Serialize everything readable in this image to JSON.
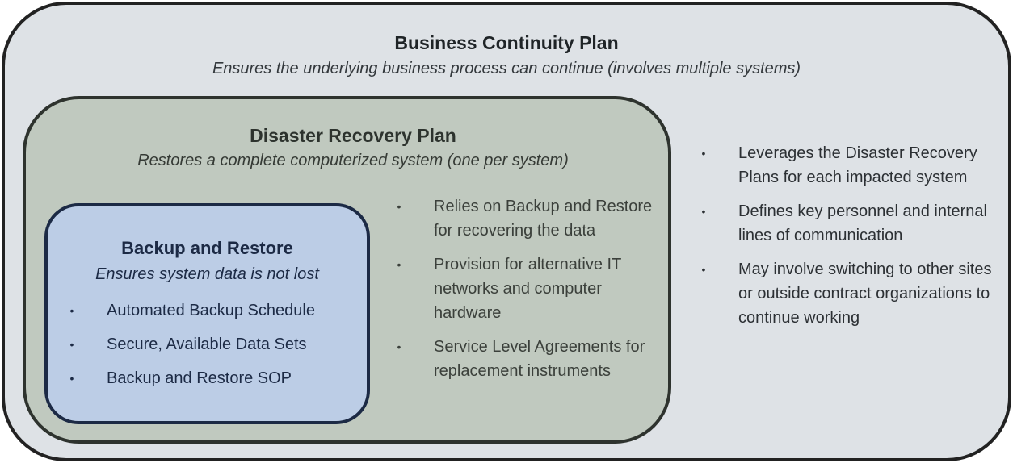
{
  "business_continuity": {
    "title": "Business Continuity Plan",
    "subtitle": "Ensures the underlying business process can continue (involves multiple systems)",
    "bullets": [
      "Leverages the Disaster Recovery Plans for each impacted system",
      "Defines key personnel and internal lines of communication",
      "May involve switching to other sites or outside contract organizations to continue working"
    ]
  },
  "disaster_recovery": {
    "title": "Disaster Recovery Plan",
    "subtitle": "Restores a complete computerized system (one per system)",
    "bullets": [
      "Relies on Backup and Restore for recovering the data",
      "Provision for alternative IT networks and computer hardware",
      "Service Level Agreements for replacement instruments"
    ]
  },
  "backup_restore": {
    "title": "Backup and Restore",
    "subtitle": "Ensures system data is not lost",
    "bullets": [
      "Automated Backup Schedule",
      "Secure, Available Data Sets",
      "Backup and Restore SOP"
    ]
  },
  "bullet_glyph": "•",
  "colors": {
    "bcp_fill": "#dee2e6",
    "drp_fill": "#c0c9bf",
    "br_fill": "#bccde6",
    "br_border": "#1c2a45"
  }
}
